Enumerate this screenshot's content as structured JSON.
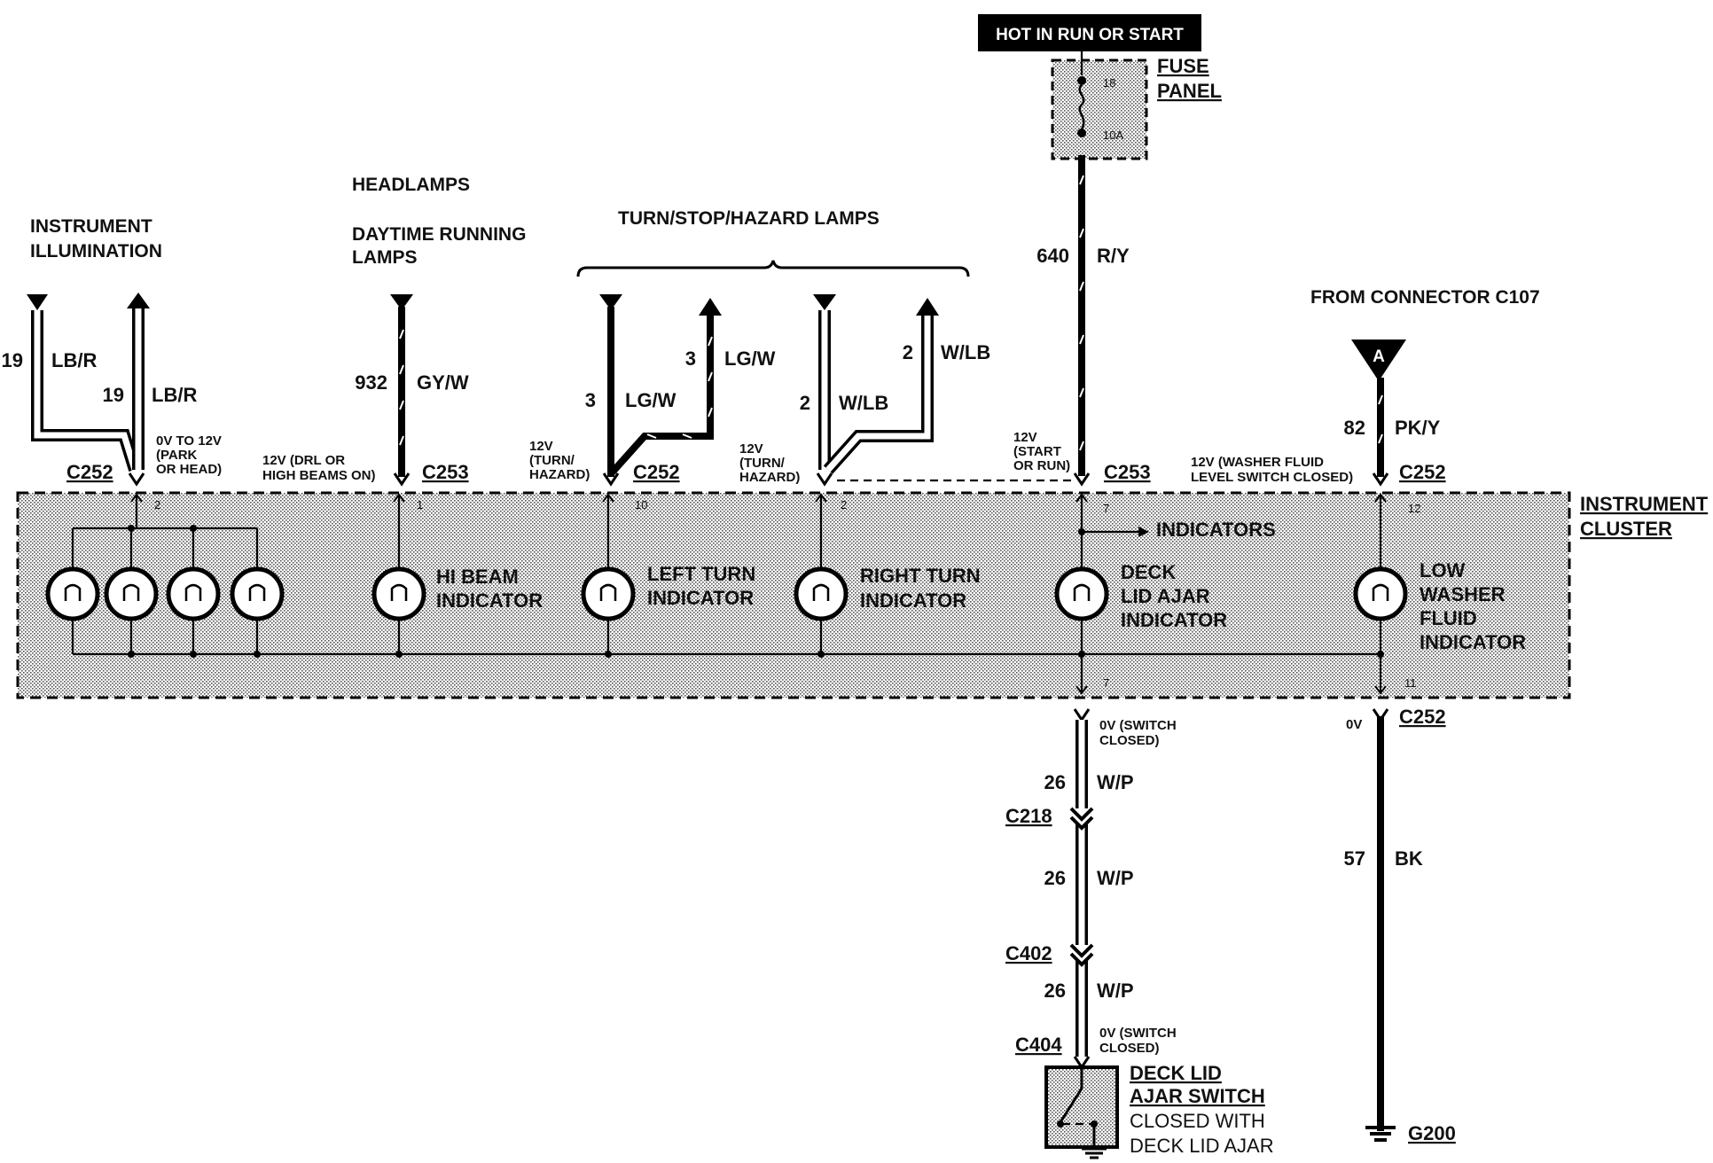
{
  "power": {
    "hot_label": "HOT IN  RUN  OR  START",
    "fuse_number": "18",
    "fuse_rating": "10A",
    "fuse_panel_label_1": "FUSE",
    "fuse_panel_label_2": "PANEL"
  },
  "groups": {
    "instrument_illumination_1": "INSTRUMENT",
    "instrument_illumination_2": "ILLUMINATION",
    "headlamps": "HEADLAMPS",
    "drl_1": "DAYTIME RUNNING",
    "drl_2": "LAMPS",
    "turn_stop_hazard": "TURN/STOP/HAZARD LAMPS",
    "from_connector": "FROM CONNECTOR C107",
    "connector_a": "A"
  },
  "wires": {
    "ill_left_num": "19",
    "ill_left_color": "LB/R",
    "ill_right_num": "19",
    "ill_right_color": "LB/R",
    "hi_num": "932",
    "hi_color": "GY/W",
    "lt_left_num": "3",
    "lt_left_color": "LG/W",
    "lt_right_num": "3",
    "lt_right_color": "LG/W",
    "rt_left_num": "2",
    "rt_left_color": "W/LB",
    "rt_right_num": "2",
    "rt_right_color": "W/LB",
    "power_num": "640",
    "power_color": "R/Y",
    "washer_num": "82",
    "washer_color": "PK/Y",
    "switch1_num": "26",
    "switch1_color": "W/P",
    "switch2_num": "26",
    "switch2_color": "W/P",
    "switch3_num": "26",
    "switch3_color": "W/P",
    "ground_num": "57",
    "ground_color": "BK"
  },
  "voltages": {
    "ill_1": "0V TO 12V",
    "ill_2": "(PARK",
    "ill_3": "OR HEAD)",
    "hi_1": "12V (DRL OR",
    "hi_2": "HIGH BEAMS  ON)",
    "lt_1": "12V",
    "lt_2": "(TURN/",
    "lt_3": "HAZARD)",
    "rt_1": "12V",
    "rt_2": "(TURN/",
    "rt_3": "HAZARD)",
    "deck_1": "12V",
    "deck_2": "(START",
    "deck_3": "OR RUN)",
    "washer_1": "12V (WASHER FLUID",
    "washer_2": "LEVEL SWITCH  CLOSED)",
    "sw_top_1": "0V  (SWITCH",
    "sw_top_2": "CLOSED)",
    "gnd": "0V",
    "sw_bot_1": "0V  (SWITCH",
    "sw_bot_2": "CLOSED)"
  },
  "connectors": {
    "ill": "C252",
    "hi": "C253",
    "lt": "C252",
    "deck": "C253",
    "washer": "C252",
    "gnd_top": "C252",
    "c218": "C218",
    "c402": "C402",
    "c404": "C404",
    "g200": "G200"
  },
  "pins": {
    "ill": "2",
    "hi": "1",
    "lt": "10",
    "rt": "2",
    "deck_top": "7",
    "washer_top": "12",
    "deck_bottom": "7",
    "washer_bottom": "11"
  },
  "cluster": {
    "label_1": "INSTRUMENT",
    "label_2": "CLUSTER",
    "indicators": "INDICATORS",
    "hi_1": "HI BEAM",
    "hi_2": "INDICATOR",
    "lt_1": "LEFT TURN",
    "lt_2": "INDICATOR",
    "rt_1": "RIGHT TURN",
    "rt_2": "INDICATOR",
    "deck_1": "DECK",
    "deck_2": "LID AJAR",
    "deck_3": "INDICATOR",
    "washer_1": "LOW",
    "washer_2": "WASHER",
    "washer_3": "FLUID",
    "washer_4": "INDICATOR"
  },
  "switch": {
    "label_1": "DECK LID",
    "label_2": "AJAR SWITCH",
    "label_3": "CLOSED WITH",
    "label_4": "DECK LID AJAR"
  }
}
